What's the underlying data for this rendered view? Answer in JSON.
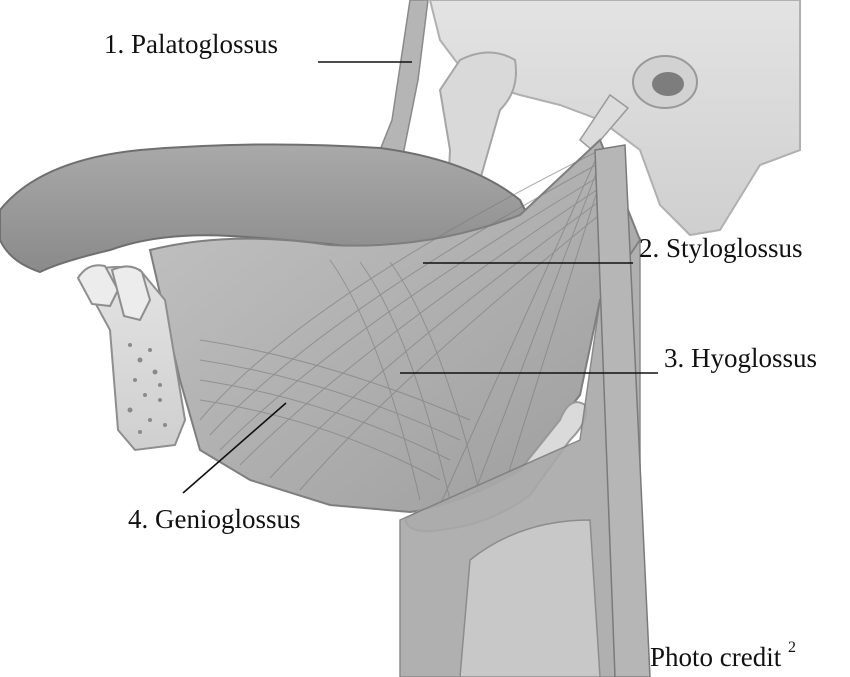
{
  "labels": [
    {
      "number": "1.",
      "name": "Palatoglossus",
      "text": "1. Palatoglossus"
    },
    {
      "number": "2.",
      "name": "Styloglossus",
      "text": "2. Styloglossus"
    },
    {
      "number": "3.",
      "name": "Hyoglossus",
      "text": "3. Hyoglossus"
    },
    {
      "number": "4.",
      "name": "Genioglossus",
      "text": "4. Genioglossus"
    }
  ],
  "credit": {
    "text": "Photo credit",
    "superscript": "2"
  },
  "colors": {
    "muscle": "#b3b3b3",
    "muscle_dark": "#8f8f8f",
    "bone": "#dcdcdc",
    "bone_outline": "#a8a8a8",
    "tongue": "#9e9e9e",
    "leader_line": "#111111"
  }
}
